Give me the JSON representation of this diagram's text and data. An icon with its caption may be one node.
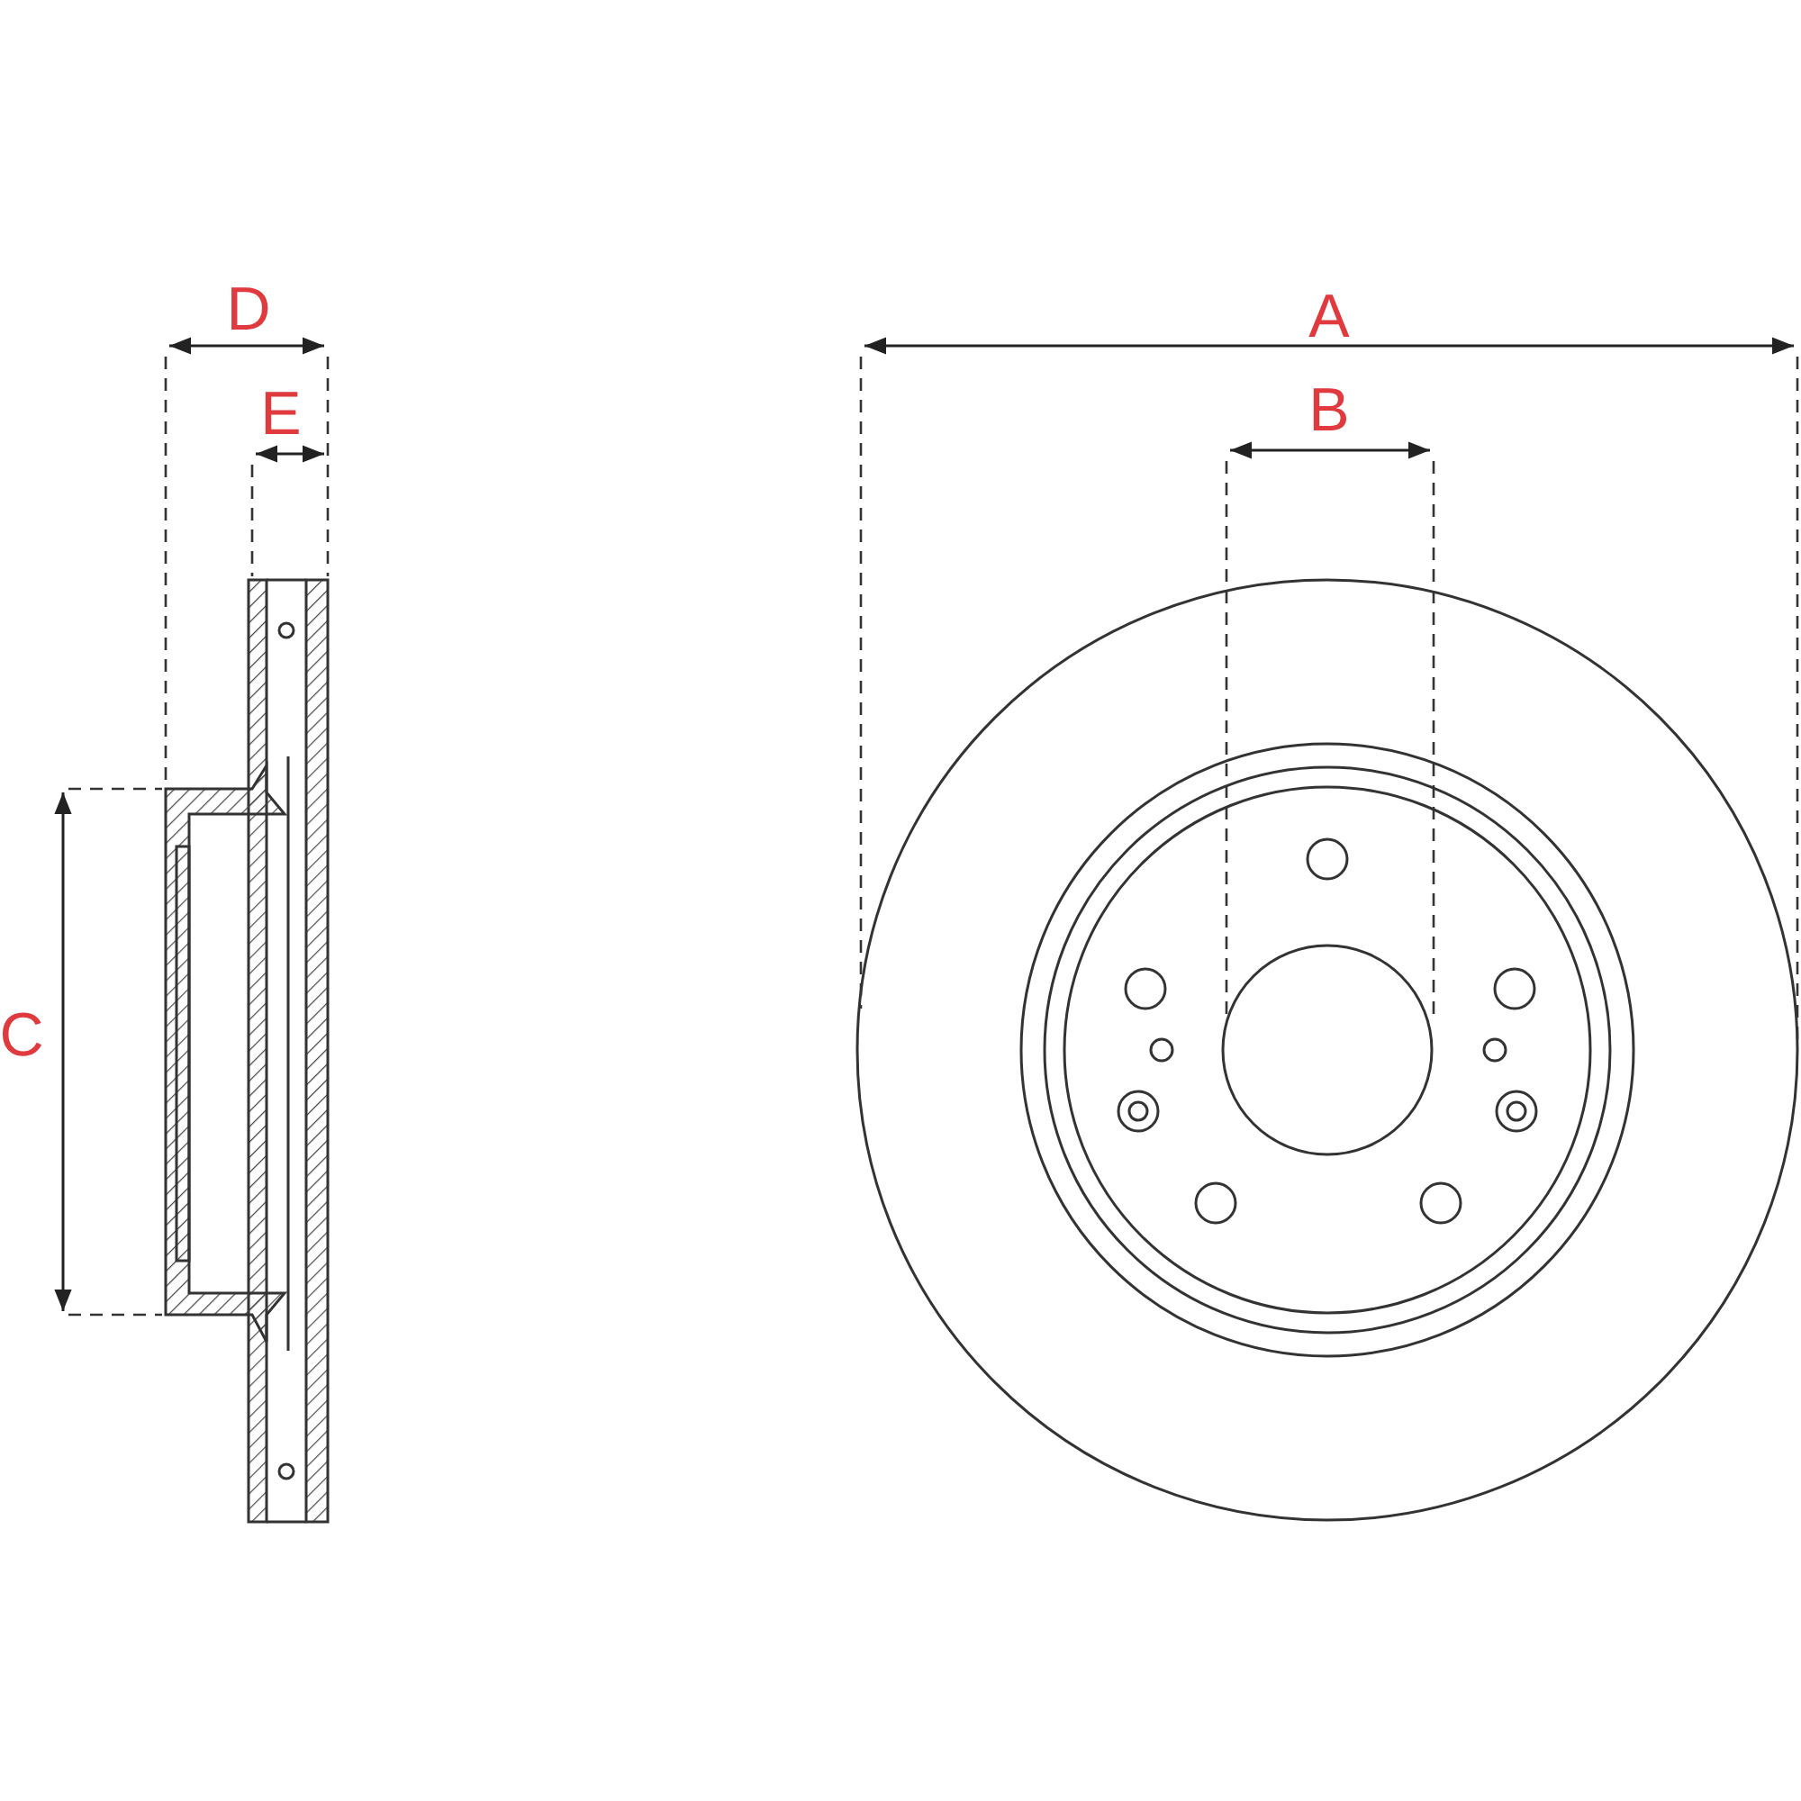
{
  "diagram": {
    "labels": [
      "D",
      "A",
      "E",
      "B",
      "C"
    ]
  }
}
